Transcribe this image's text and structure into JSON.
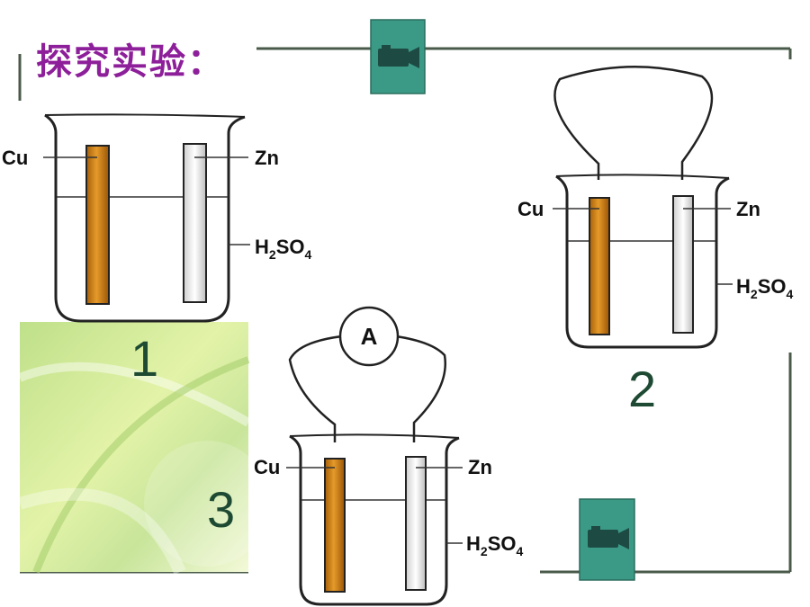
{
  "title": "探究实验：",
  "colors": {
    "title": "#8e1f9a",
    "frame": "#4a5a4a",
    "button": "#3b9a86",
    "copper": "#c87a10",
    "zinc": "#d9d9d9",
    "number": "#1e4a33"
  },
  "buttons": [
    {
      "icon": "video-camera-icon"
    },
    {
      "icon": "video-camera-icon"
    }
  ],
  "experiments": [
    {
      "number": "1",
      "labels": {
        "cu": "Cu",
        "zn": "Zn",
        "acid": "H",
        "acid_sub": "2",
        "acid_mid": "SO",
        "acid_sub2": "4"
      }
    },
    {
      "number": "2",
      "labels": {
        "cu": "Cu",
        "zn": "Zn",
        "acid": "H",
        "acid_sub": "2",
        "acid_mid": "SO",
        "acid_sub2": "4"
      }
    },
    {
      "number": "3",
      "meter": "A",
      "labels": {
        "cu": "Cu",
        "zn": "Zn",
        "acid": "H",
        "acid_sub": "2",
        "acid_mid": "SO",
        "acid_sub2": "4"
      }
    }
  ]
}
